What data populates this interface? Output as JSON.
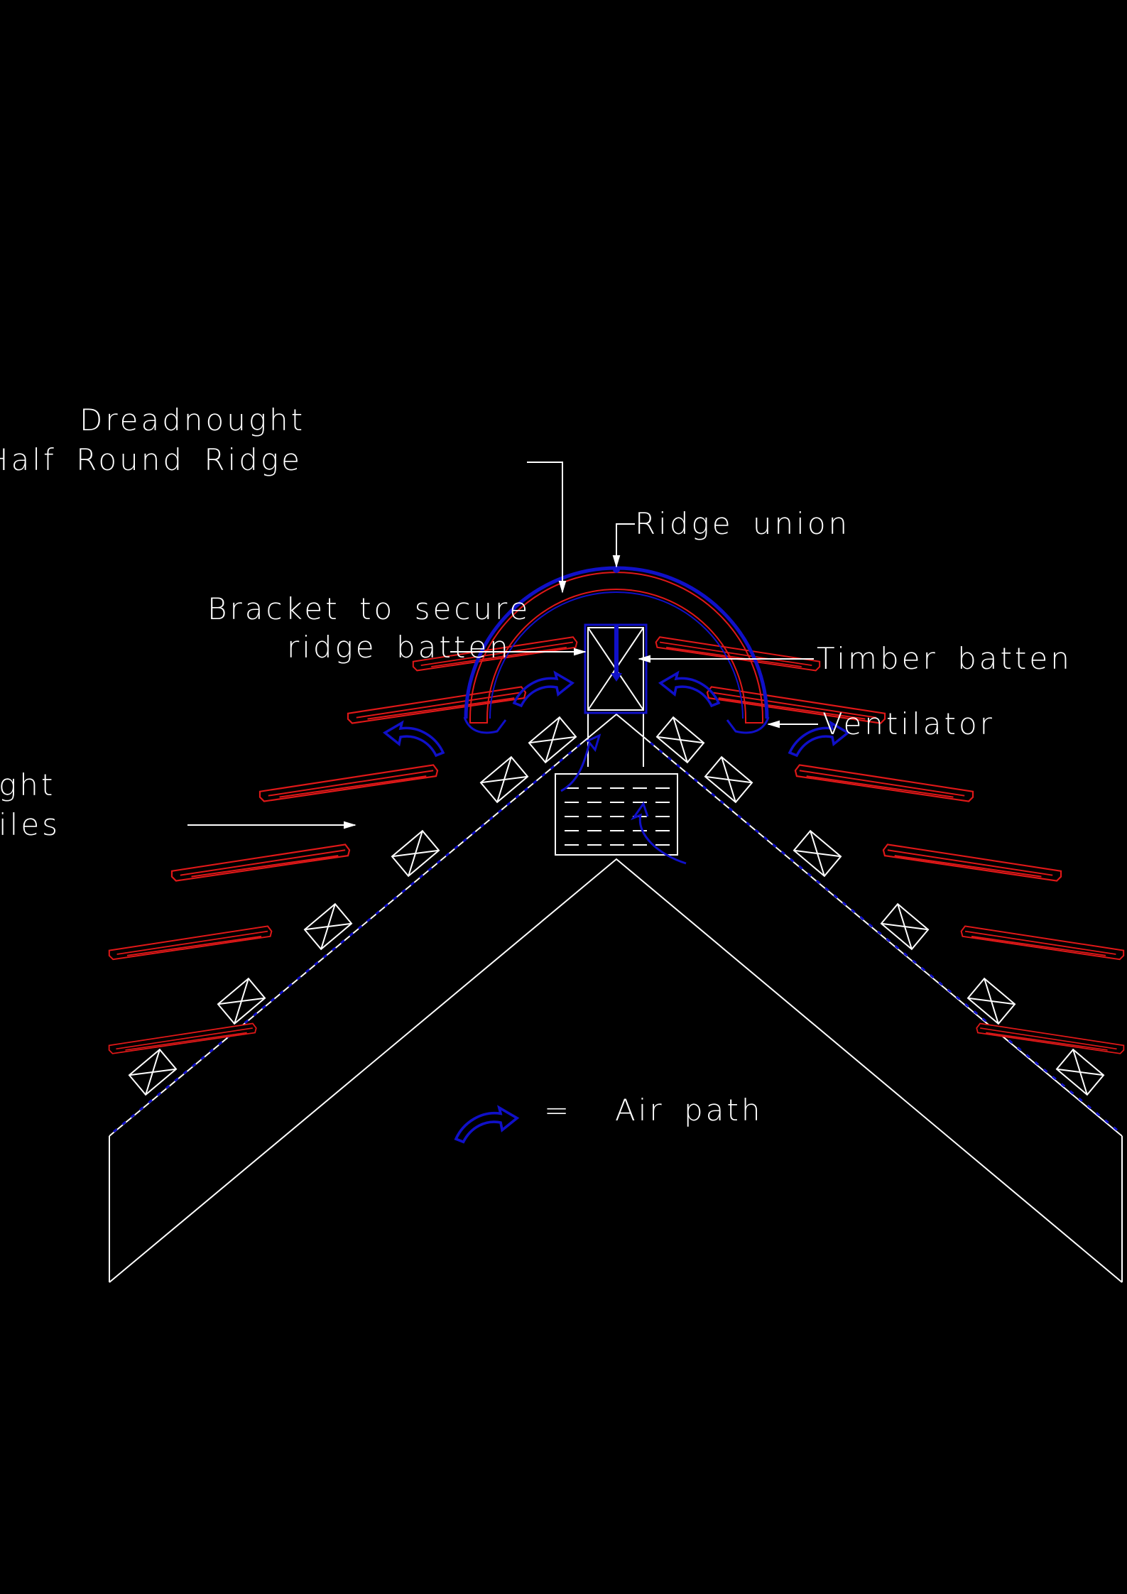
{
  "labels": {
    "dreadnought_line1": "Dreadnought",
    "dreadnought_line2": "Half Round Ridge",
    "ridge_union": "Ridge union",
    "bracket_line1": "Bracket to secure",
    "bracket_line2": "ridge batten",
    "timber_batten": "Timber batten",
    "ventilator": "Ventilator",
    "tiles_line1": "ght",
    "tiles_line2": "iles",
    "legend_equals": "=",
    "legend_air_path": "Air path"
  },
  "colors": {
    "background": "#000000",
    "linework": "#ffffff",
    "tiles": "#e01818",
    "ridge_and_air": "#1010c8"
  },
  "legend": {
    "icon": "air-path-arrow-icon"
  }
}
